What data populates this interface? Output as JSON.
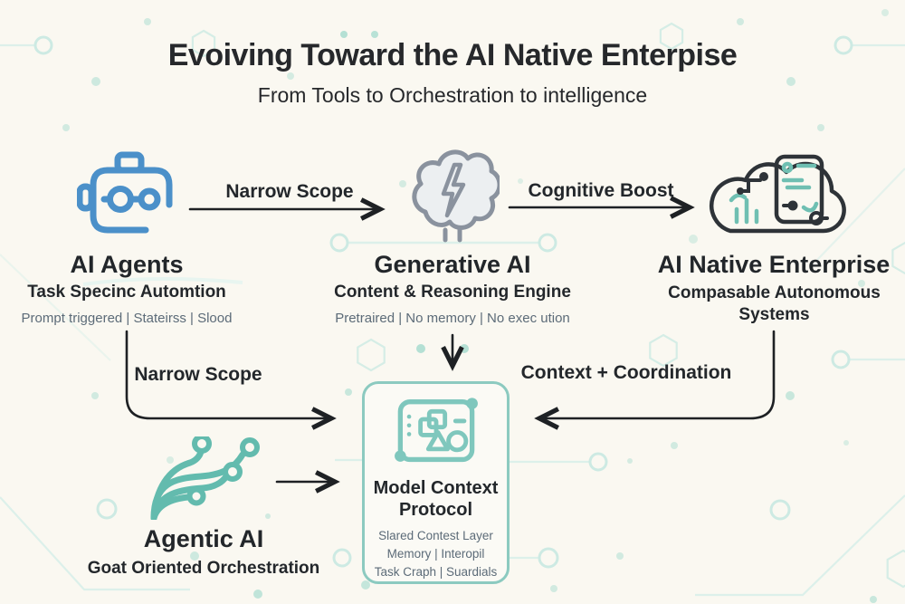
{
  "title": "Evoiving Toward the AI Native Enterpise",
  "subtitle": "From Tools to Orchestration to intelligence",
  "nodes": {
    "ai_agents": {
      "title": "AI Agents",
      "subtitle": "Task Specinc Automtion",
      "detail": "Prompt triggered | Stateirss | Slood",
      "icon": "robot-icon",
      "icon_color": "#4B90C9"
    },
    "generative_ai": {
      "title": "Generative AI",
      "subtitle": "Content & Reasoning Engine",
      "detail": "Pretraired | No memory | No exec ution",
      "icon": "brain-bolt-icon",
      "icon_color": "#8A929E"
    },
    "ai_native_enterprise": {
      "title": "AI Native Enterprise",
      "subtitle": "Compasable Autonomous Systems",
      "icon": "cloud-systems-icon",
      "icon_color": "#2E3338"
    },
    "agentic_ai": {
      "title": "Agentic AI",
      "subtitle": "Goat Oriented Orchestration",
      "icon": "flow-circuit-icon",
      "icon_color": "#63BBAE"
    }
  },
  "mcp_box": {
    "title": "Model Context Protocol",
    "lines": [
      "Slared Contest Layer",
      "Memory | Interopil",
      "Task Craph | Suardials"
    ],
    "icon": "protocol-icon",
    "border_color": "#8CCAC0"
  },
  "arrows": {
    "narrow_scope_top": "Narrow Scope",
    "cognitive_boost": "Cognitive Boost",
    "narrow_scope_left": "Narrow Scope",
    "context_coordination": "Context + Coordination"
  },
  "colors": {
    "background": "#FAF8F1",
    "arrow": "#1E2124",
    "accent_blue": "#4B90C9",
    "accent_teal": "#6FBFB2",
    "accent_gray": "#8A929E",
    "decor_teal": "#D9EFE9",
    "text_dark": "#23272B",
    "text_muted": "#5C6B78"
  }
}
